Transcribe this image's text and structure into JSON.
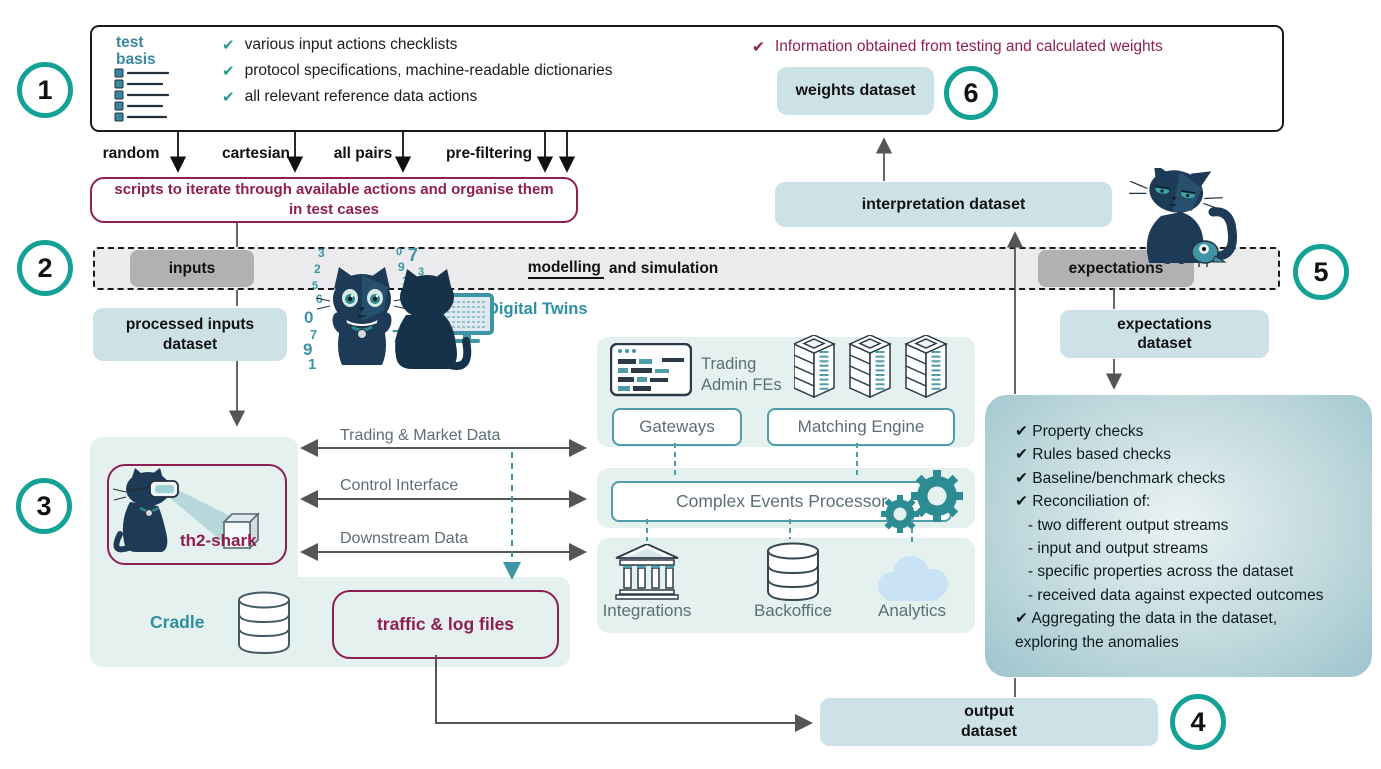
{
  "glyphs": {
    "check": "✔"
  },
  "steps": {
    "s1": "1",
    "s2": "2",
    "s3": "3",
    "s4": "4",
    "s5": "5",
    "s6": "6"
  },
  "test_basis": {
    "title": "test\nbasis",
    "items": [
      "various input actions checklists",
      "protocol specifications, machine-readable dictionaries",
      "all relevant reference data actions"
    ]
  },
  "info_note": "Information obtained from testing and calculated weights",
  "weights_dataset": "weights dataset",
  "generator_labels": [
    "random",
    "cartesian",
    "all pairs",
    "pre-filtering"
  ],
  "scripts_box": "scripts to iterate through available actions and organise them in test cases",
  "band": {
    "inputs": "inputs",
    "modelling": "modelling",
    "and_simulation": "and simulation",
    "expectations": "expectations"
  },
  "digital_twins": {
    "label": "Digital Twins",
    "digits": [
      "3",
      "2",
      "5",
      "6",
      "0",
      "7",
      "9",
      "1",
      "0",
      "7",
      "9",
      "1",
      "3",
      "0",
      "7",
      "6"
    ]
  },
  "datasets": {
    "processed_inputs": "processed inputs\ndataset",
    "interpretation": "interpretation dataset",
    "expectations": "expectations\ndataset",
    "output": "output\ndataset"
  },
  "flows": {
    "trading_market": "Trading & Market Data",
    "control": "Control Interface",
    "downstream": "Downstream Data"
  },
  "th2": {
    "shark": "th2-shark",
    "cradle": "Cradle",
    "traffic": "traffic & log files"
  },
  "sim": {
    "trading_admin": "Trading\nAdmin FEs",
    "gateways": "Gateways",
    "matching": "Matching Engine",
    "cep": "Complex Events Processor",
    "integrations": "Integrations",
    "backoffice": "Backoffice",
    "analytics": "Analytics"
  },
  "checks": {
    "lines": [
      "✔ Property checks",
      "✔ Rules based checks",
      "✔ Baseline/benchmark checks",
      "✔ Reconciliation of:",
      "   - two different output streams",
      "   - input and output streams",
      "   - specific properties across the dataset",
      "   - received data against expected outcomes",
      "✔ Aggregating the data in the dataset,",
      "exploring the anomalies"
    ]
  },
  "colors": {
    "teal_accent": "#14a296",
    "teal_soft": "#4f9dab",
    "maroon": "#8f1f51",
    "dataset_bg": "#cde2e6",
    "mint_bg": "#e4f1ee",
    "band_bg": "#ebebed",
    "gray_box": "#b1b1b3",
    "navy": "#1d3a57",
    "checks_panel": "#9dc4cd"
  }
}
